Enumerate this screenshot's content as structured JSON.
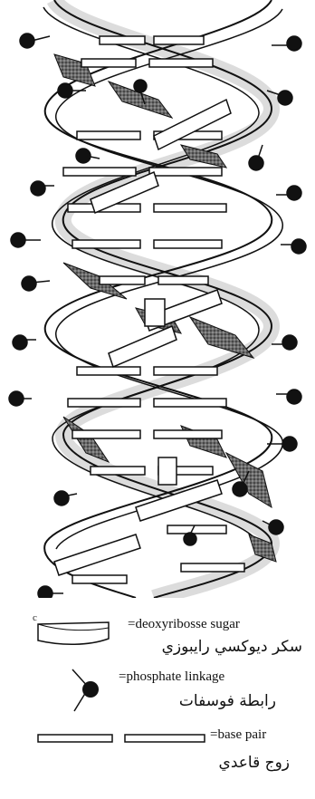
{
  "figure": {
    "corner_mark": "c",
    "colors": {
      "ink": "#111111",
      "strand_shade": "#3a3a3a",
      "background": "#ffffff"
    }
  },
  "legend": {
    "sugar": {
      "label_en": "=deoxyribosse sugar",
      "label_ar": "سكر ديوكسي رايبوزي",
      "icon": "sugar-block-icon"
    },
    "phosphate": {
      "label_en": "=phosphate linkage",
      "label_ar": "رابطة فوسفات",
      "icon": "phosphate-linkage-icon"
    },
    "base_pair": {
      "label_en": "=base pair",
      "label_ar": "زوج قاعدي",
      "icon": "base-pair-icon"
    }
  }
}
